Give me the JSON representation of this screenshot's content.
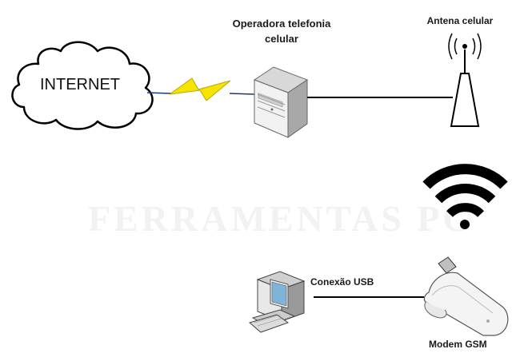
{
  "watermark": "FERRAMENTAS PC",
  "nodes": {
    "internet": {
      "label": "INTERNET",
      "icon": "cloud-icon"
    },
    "operadora": {
      "label_line1": "Operadora telefonia",
      "label_line2": "celular",
      "icon": "server-icon"
    },
    "antena": {
      "label": "Antena celular",
      "icon": "antenna-icon"
    },
    "wifi": {
      "icon": "wifi-signal-icon"
    },
    "computer": {
      "icon": "computer-icon"
    },
    "modem": {
      "label": "Modem GSM",
      "icon": "usb-modem-icon"
    }
  },
  "edges": {
    "usb": {
      "label": "Conexão USB"
    }
  },
  "colors": {
    "lightning": "#f5e400",
    "line": "#000000",
    "cloud_fill": "#ffffff"
  }
}
